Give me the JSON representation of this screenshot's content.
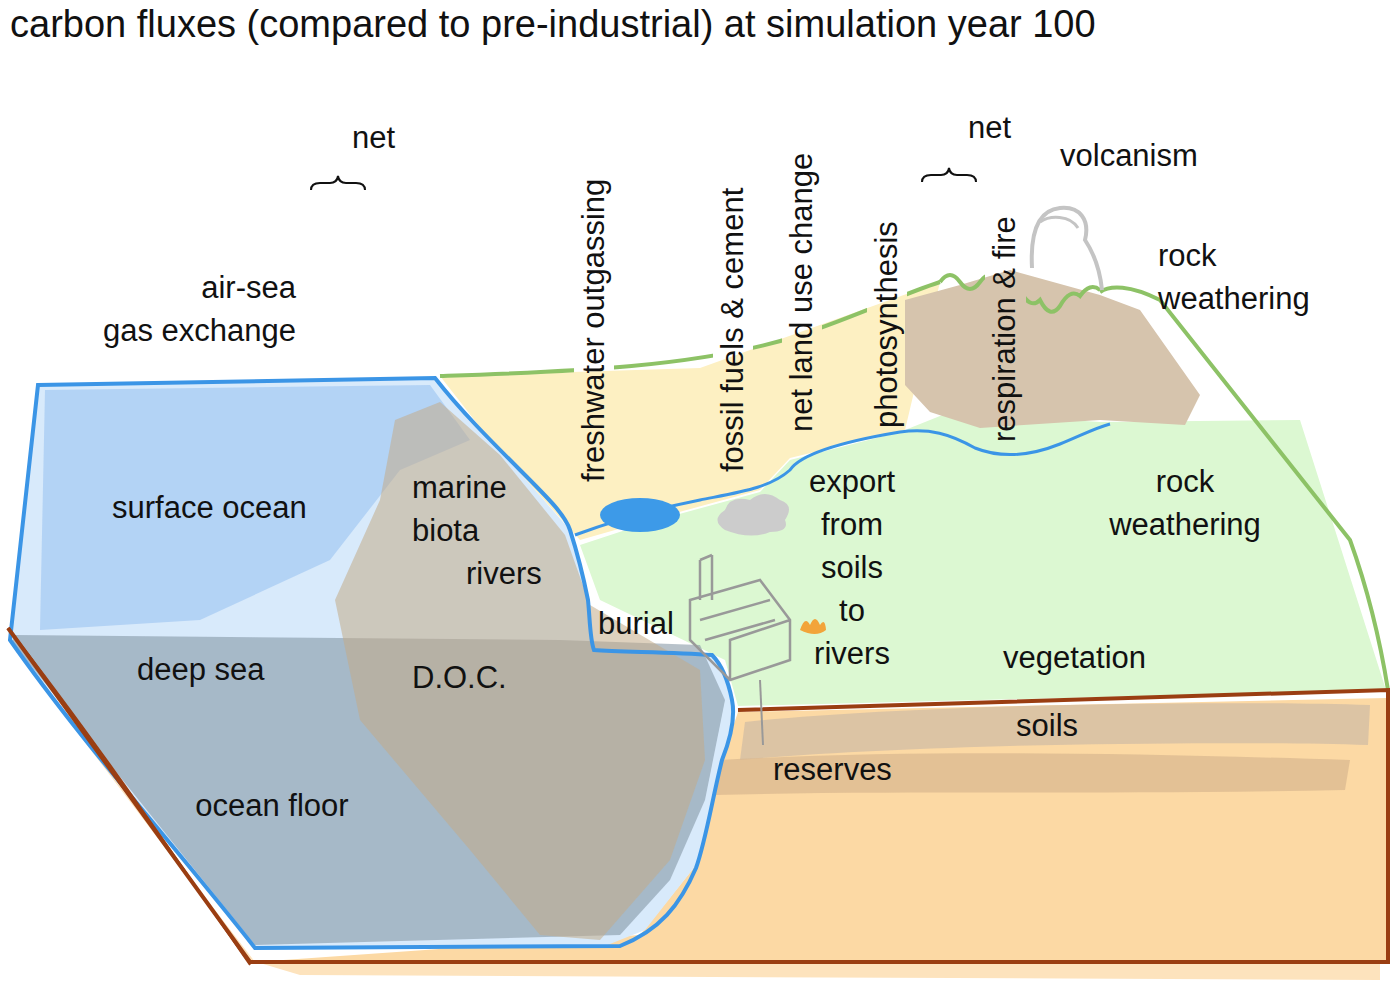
{
  "diagram": {
    "title": "carbon fluxes (compared to pre-industrial) at simulation year 100",
    "labels": [
      "net",
      "air-sea gas exchange",
      "freshwater outgassing",
      "fossil fuels & cement",
      "net land use change",
      "photosynthesis",
      "net",
      "respiration & fire",
      "volcanism",
      "rock weathering",
      "surface ocean",
      "marine biota",
      "rivers",
      "burial",
      "deep sea",
      "D.O.C.",
      "ocean floor",
      "export from soils to rivers",
      "rock weathering",
      "vegetation",
      "soils",
      "reserves"
    ]
  }
}
